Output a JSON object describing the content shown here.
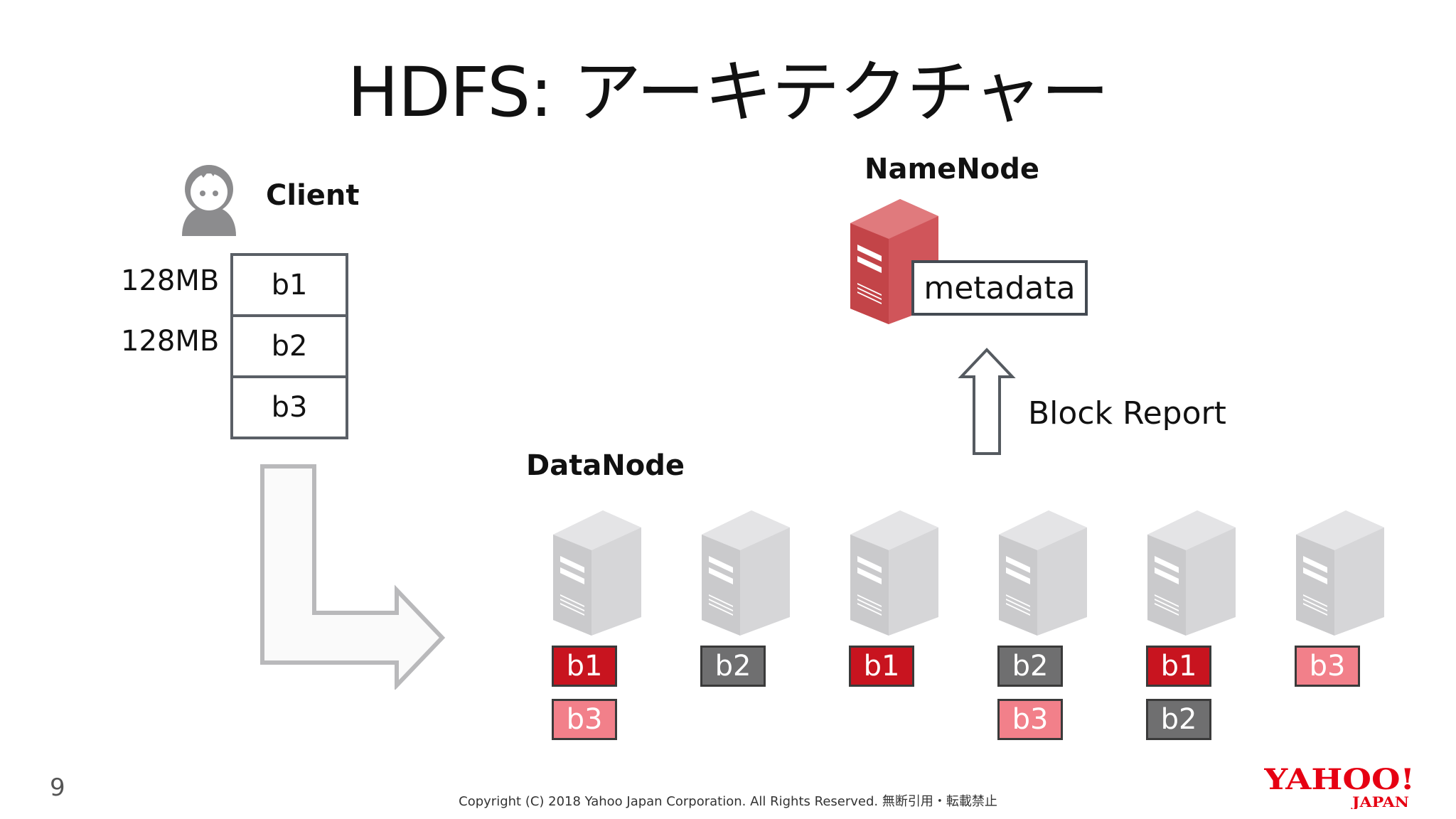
{
  "title": "HDFS: アーキテクチャー",
  "client": {
    "label": "Client",
    "size_labels": [
      "128MB",
      "128MB"
    ],
    "blocks": [
      "b1",
      "b2",
      "b3"
    ]
  },
  "namenode": {
    "label": "NameNode",
    "metadata_label": "metadata",
    "report_label": "Block Report"
  },
  "datanode": {
    "label": "DataNode",
    "nodes": [
      {
        "blocks": [
          {
            "text": "b1",
            "style": "dark"
          },
          {
            "text": "b3",
            "style": "pink"
          }
        ]
      },
      {
        "blocks": [
          {
            "text": "b2",
            "style": "gray"
          }
        ]
      },
      {
        "blocks": [
          {
            "text": "b1",
            "style": "dark"
          }
        ]
      },
      {
        "blocks": [
          {
            "text": "b2",
            "style": "gray"
          },
          {
            "text": "b3",
            "style": "pink"
          }
        ]
      },
      {
        "blocks": [
          {
            "text": "b1",
            "style": "dark"
          },
          {
            "text": "b2",
            "style": "gray"
          }
        ]
      },
      {
        "blocks": [
          {
            "text": "b3",
            "style": "pink"
          }
        ]
      }
    ]
  },
  "footer": {
    "page_number": "9",
    "copyright": "Copyright (C) 2018 Yahoo Japan Corporation. All Rights Reserved. 無断引用・転載禁止",
    "logo_main": "YAHOO!",
    "logo_sub": "JAPAN"
  },
  "colors": {
    "block_dark": "#c8141f",
    "block_gray": "#6f6f70",
    "block_pink": "#f2808a",
    "namenode_server": "#d0555a",
    "datanode_server": "#d6d6d8",
    "logo": "#e60012"
  }
}
